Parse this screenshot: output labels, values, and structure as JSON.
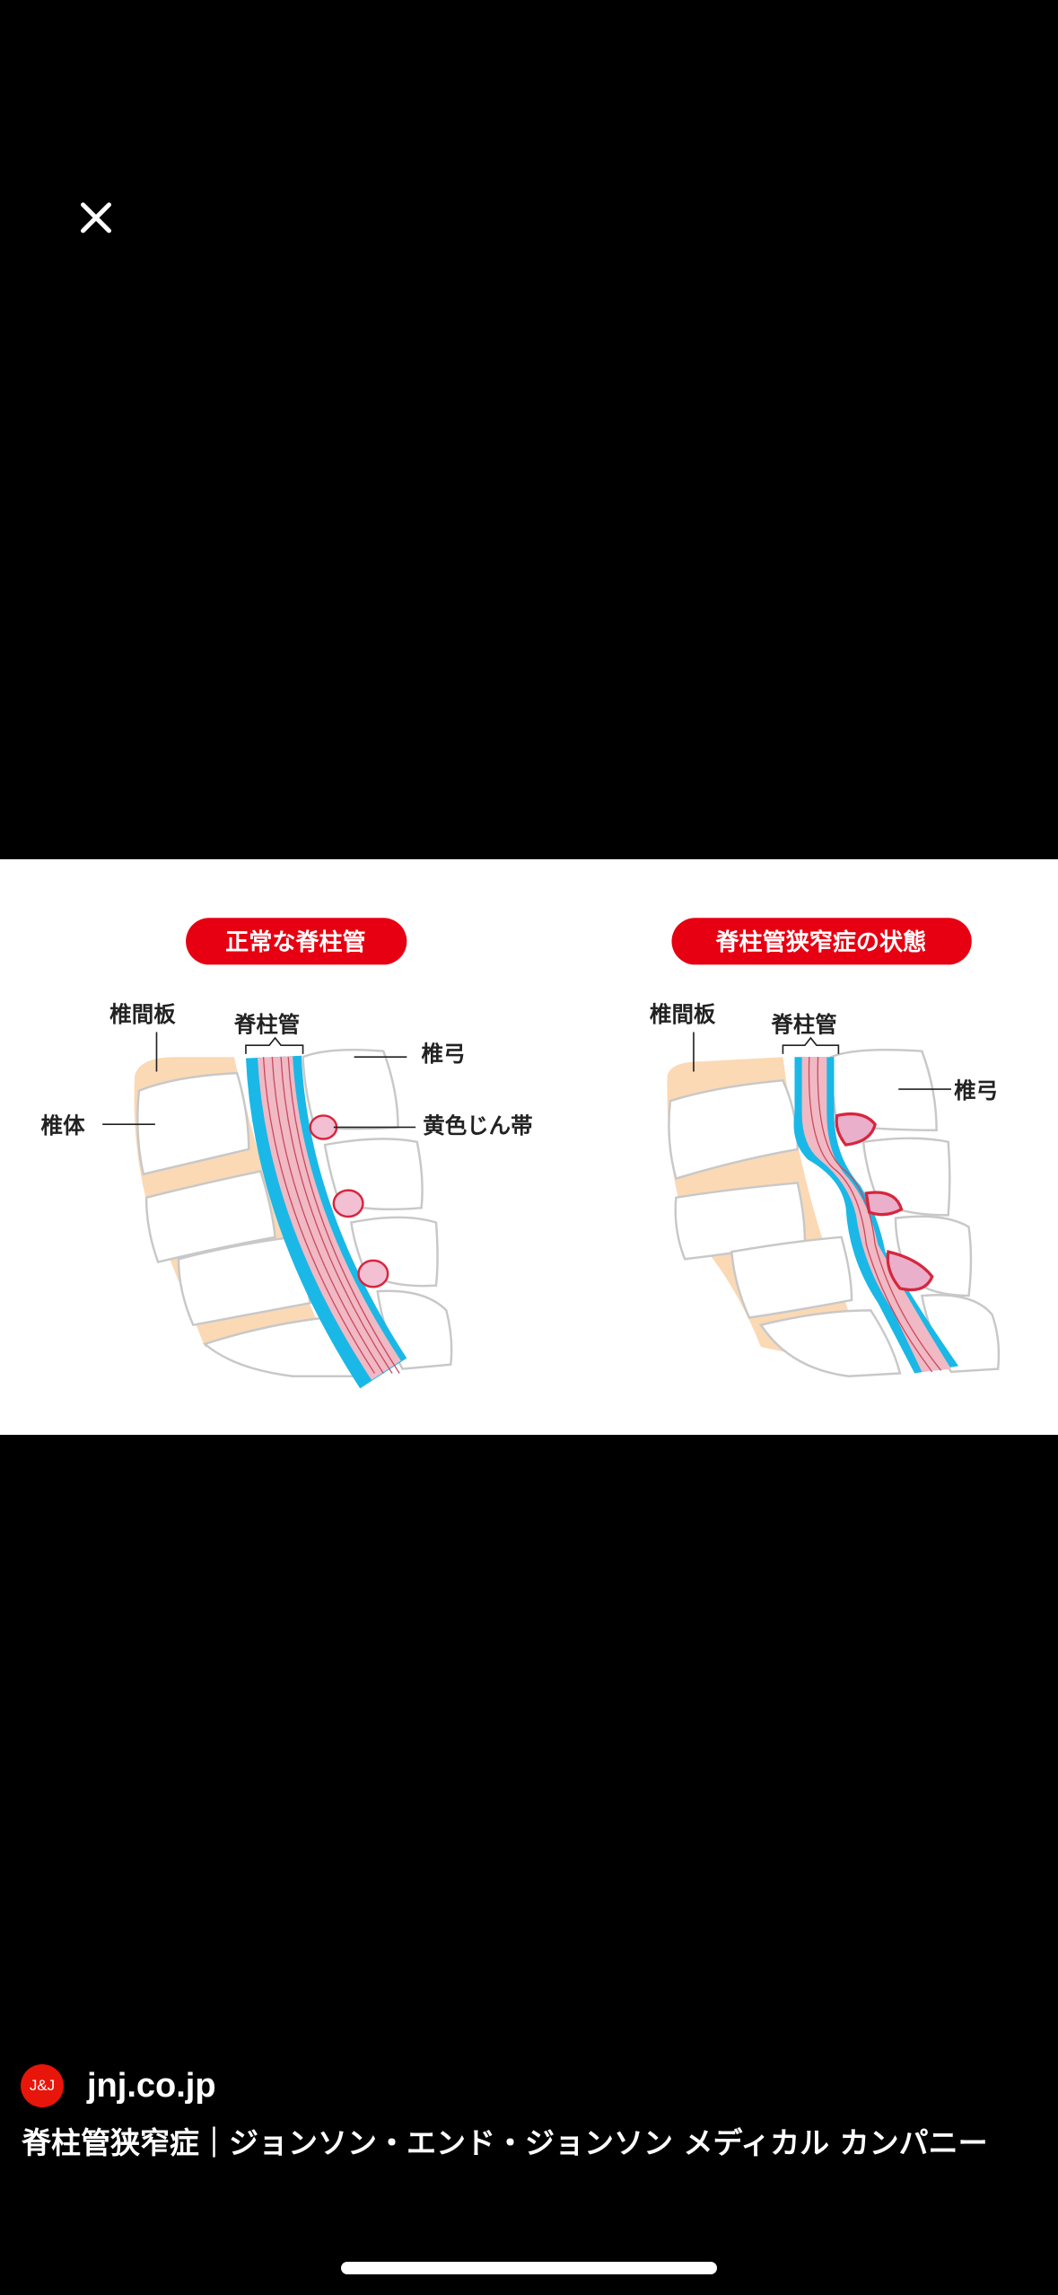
{
  "viewer": {
    "close_icon": "close-icon"
  },
  "image": {
    "left_badge": "正常な脊柱管",
    "right_badge": "脊柱管狭窄症の状態",
    "labels": {
      "disc": "椎間板",
      "canal": "脊柱管",
      "arch": "椎弓",
      "body": "椎体",
      "ligament": "黄色じん帯"
    },
    "colors": {
      "badge": "#e60012",
      "canal": "#1ab8e6",
      "cord": "#f0b9c4",
      "disc": "#fbd9b5",
      "ligament_stroke": "#d7263d"
    }
  },
  "source": {
    "logo_text": "J&J",
    "domain": "jnj.co.jp"
  },
  "caption": "脊柱管狭窄症｜ジョンソン・エンド・ジョンソン メディカル カンパニー"
}
